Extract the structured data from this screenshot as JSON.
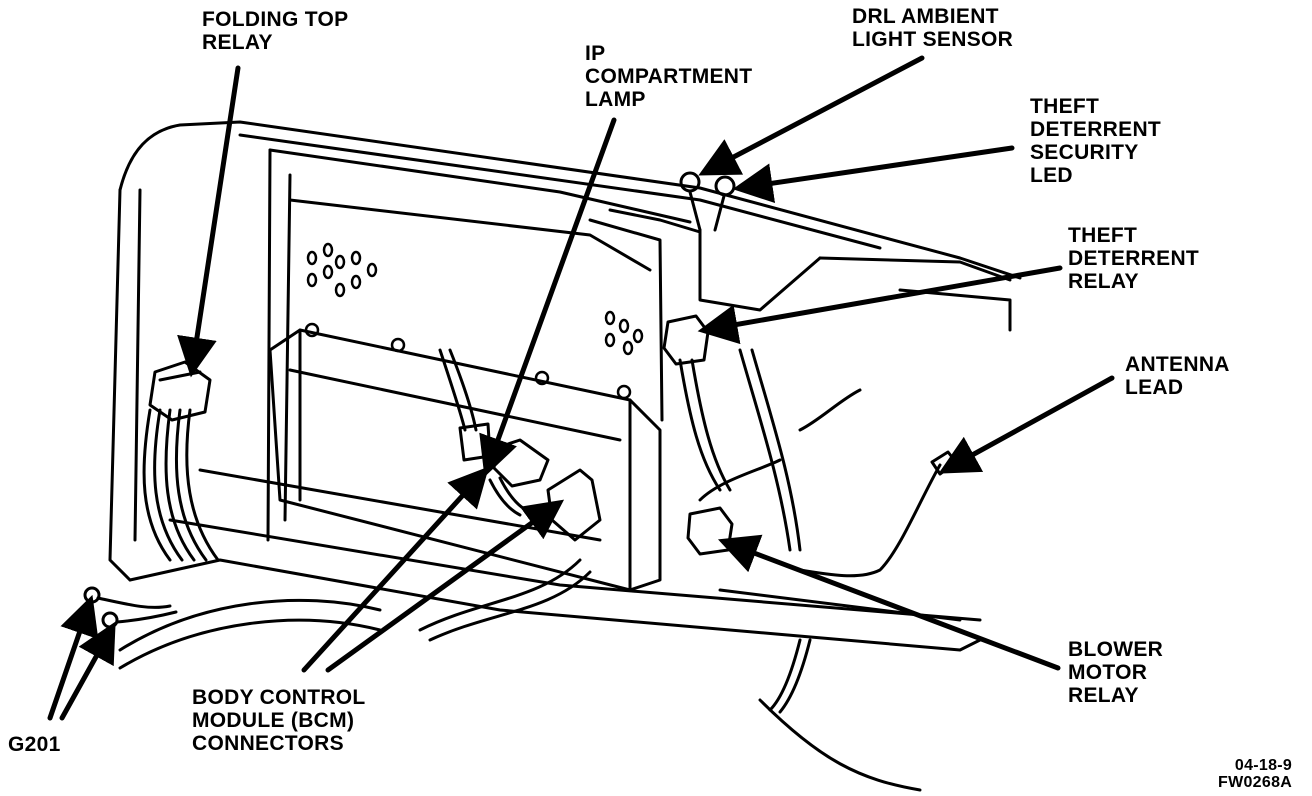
{
  "labels": {
    "folding_top_relay": [
      "FOLDING TOP",
      "RELAY"
    ],
    "ip_compartment_lamp": [
      "IP",
      "COMPARTMENT",
      "LAMP"
    ],
    "drl_ambient_light_sensor": [
      "DRL AMBIENT",
      "LIGHT SENSOR"
    ],
    "theft_deterrent_security_led": [
      "THEFT",
      "DETERRENT",
      "SECURITY",
      "LED"
    ],
    "theft_deterrent_relay": [
      "THEFT",
      "DETERRENT",
      "RELAY"
    ],
    "antenna_lead": [
      "ANTENNA",
      "LEAD"
    ],
    "blower_motor_relay": [
      "BLOWER",
      "MOTOR",
      "RELAY"
    ],
    "bcm_connectors": [
      "BODY CONTROL",
      "MODULE (BCM)",
      "CONNECTORS"
    ],
    "g201": [
      "G201"
    ]
  },
  "figure_code": [
    "04-18-9",
    "FW0268A"
  ],
  "colors": {
    "ink": "#000000",
    "paper": "#ffffff"
  }
}
